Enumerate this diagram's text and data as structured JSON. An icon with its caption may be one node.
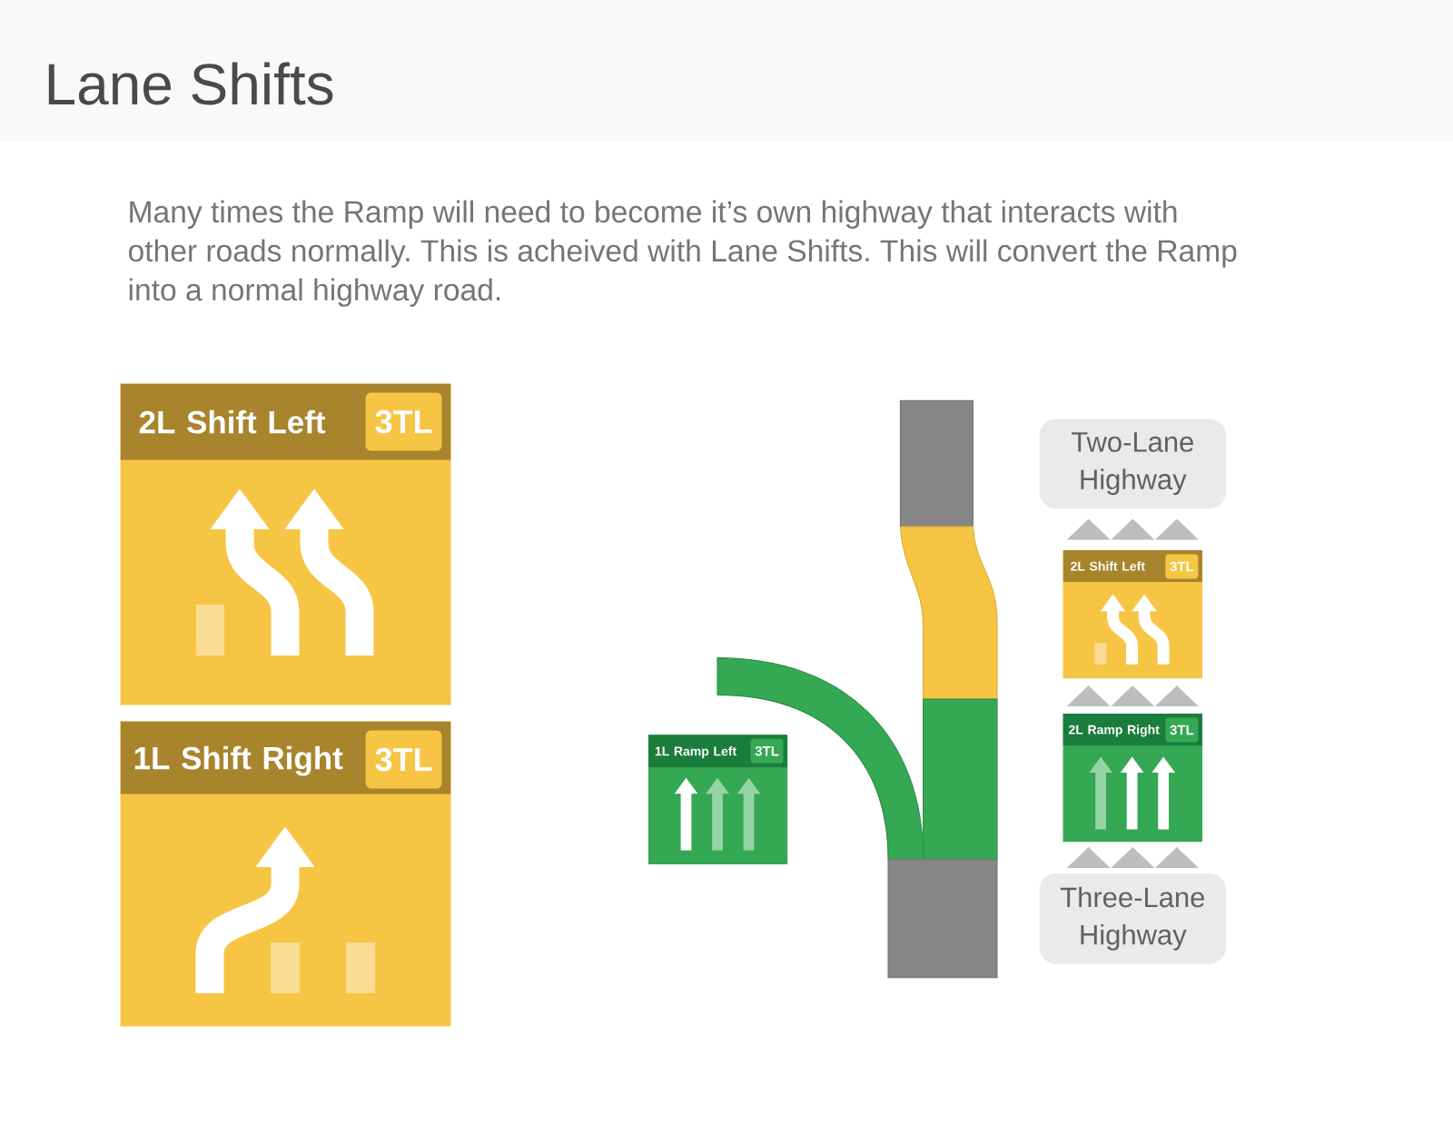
{
  "diagram": {
    "title": "Lane Shifts",
    "nodes": [
      {
        "text": [
          "2L Shift Left"
        ]
      },
      {
        "text": [
          "3TL"
        ],
        "in": 0
      },
      {
        "text": [
          "1L Shift Right"
        ]
      },
      {
        "text": [
          "3TL"
        ],
        "in": 2
      },
      {
        "text": [
          "1L Ramp Left"
        ]
      },
      {
        "text": [
          "3TL"
        ],
        "in": 4
      },
      {
        "text": [
          "Two-Lane Highway"
        ]
      },
      {
        "text": [
          "2L Shift Left"
        ]
      },
      {
        "text": [
          "3TL"
        ],
        "in": 7
      },
      {
        "text": [
          "2L Ramp Right"
        ]
      },
      {
        "text": [
          "3TL"
        ],
        "in": 9
      },
      {
        "text": [
          "Three-Lane Highway"
        ]
      }
    ],
    "edges": [
      {
        "from": 11,
        "to": 9,
        "arrow": "to"
      },
      {
        "from": 9,
        "to": 7,
        "arrow": "to"
      },
      {
        "from": 7,
        "to": 6,
        "arrow": "to"
      }
    ],
    "labels": [
      "Many times the Ramp will need to become it’s own highway that interacts with other roads normally. This is acheived with Lane Shifts. This will convert the Ramp into a normal highway road."
    ]
  }
}
